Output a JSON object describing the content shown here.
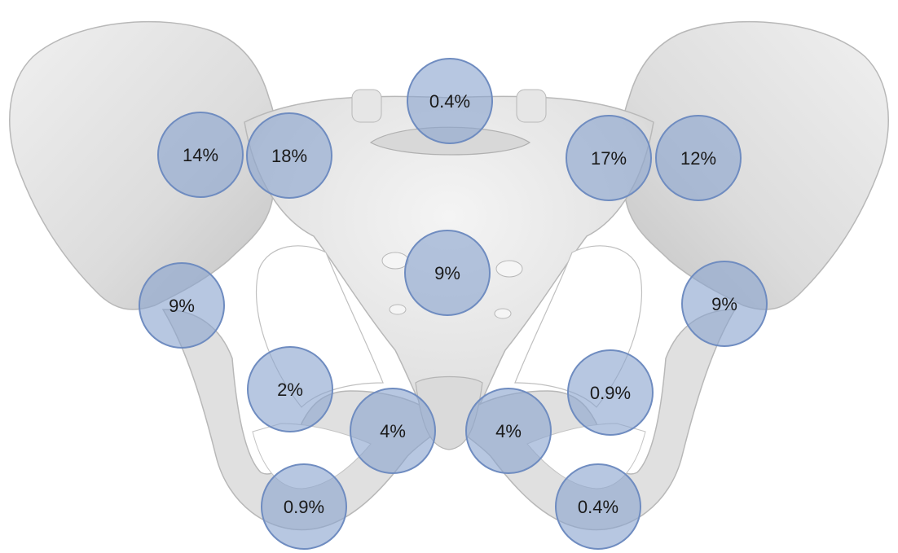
{
  "colors": {
    "background": "#ffffff",
    "bone_fill": "#e7e7e7",
    "bone_shade": "#cfcfcf",
    "bone_edge": "#b5b5b5",
    "marker_fill": "#8aa5cf",
    "marker_stroke": "#6f8cc0",
    "label_text": "#1a1a1a"
  },
  "markers": [
    {
      "id": "sacrum-top",
      "value": "0.4%"
    },
    {
      "id": "left-iliac-outer",
      "value": "14%"
    },
    {
      "id": "left-iliac-inner",
      "value": "18%"
    },
    {
      "id": "right-iliac-inner",
      "value": "17%"
    },
    {
      "id": "right-iliac-outer",
      "value": "12%"
    },
    {
      "id": "sacrum-center",
      "value": "9%"
    },
    {
      "id": "left-acetabulum",
      "value": "9%"
    },
    {
      "id": "right-acetabulum",
      "value": "9%"
    },
    {
      "id": "left-ischium-upper",
      "value": "2%"
    },
    {
      "id": "right-ischium-upper",
      "value": "0.9%"
    },
    {
      "id": "left-pubis",
      "value": "4%"
    },
    {
      "id": "right-pubis",
      "value": "4%"
    },
    {
      "id": "left-ischium-lower",
      "value": "0.9%"
    },
    {
      "id": "right-ischium-lower",
      "value": "0.4%"
    }
  ]
}
